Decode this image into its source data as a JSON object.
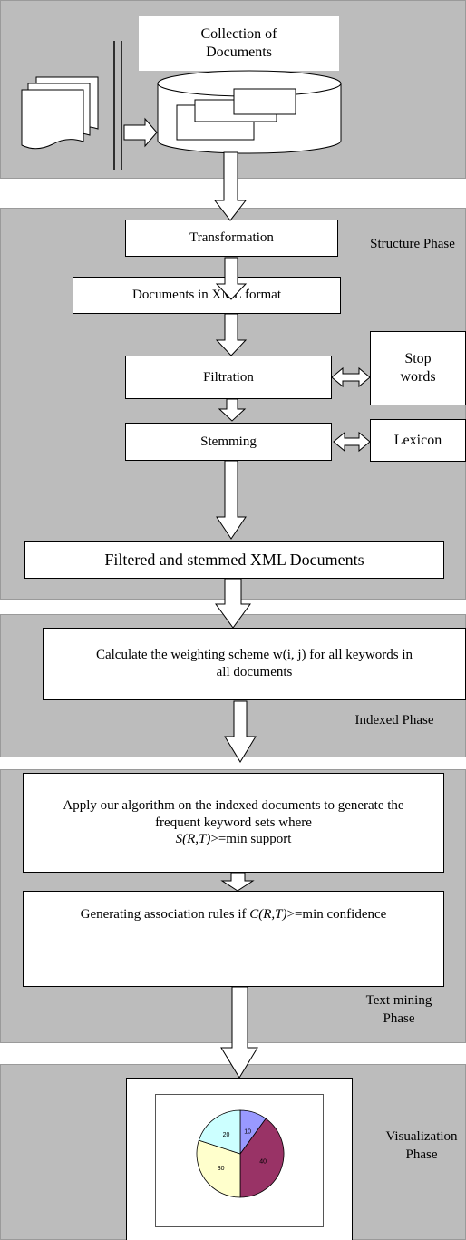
{
  "input_stage": {
    "title": "Collection of Documents"
  },
  "structure_phase": {
    "label": "Structure Phase",
    "transformation": "Transformation",
    "xml_documents": "Documents in XML format",
    "filtration": "Filtration",
    "stop_words": "Stop words",
    "stemming": "Stemming",
    "lexicon": "Lexicon",
    "filtered_output": "Filtered and stemmed XML Documents"
  },
  "indexed_phase": {
    "label": "Indexed Phase",
    "weighting": "Calculate the weighting scheme w(i, j) for all keywords in all documents"
  },
  "text_mining_phase": {
    "label": "Text mining Phase",
    "algorithm_line1": "Apply our algorithm on the indexed documents to generate the frequent keyword sets where",
    "algorithm_support_func": "S(R,T)",
    "algorithm_support_rest": ">=min support",
    "rules_prefix": "Generating association rules if ",
    "rules_func": "C(R,T)",
    "rules_suffix": ">=min confidence"
  },
  "visualization_phase": {
    "label": "Visualization Phase"
  },
  "chart_data": {
    "type": "pie",
    "categories": [
      "10",
      "40",
      "30",
      "20"
    ],
    "values": [
      10,
      40,
      30,
      20
    ],
    "colors": [
      "#9999ff",
      "#993366",
      "#ffffcc",
      "#ccffff"
    ],
    "data_labels": [
      "10",
      "40",
      "30",
      "20"
    ]
  }
}
